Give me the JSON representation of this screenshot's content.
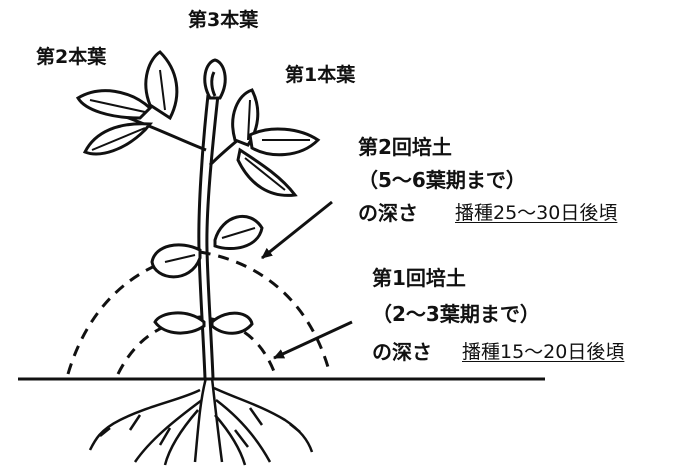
{
  "leaf_labels": {
    "leaf3": "第3本葉",
    "leaf2": "第2本葉",
    "leaf1": "第1本葉"
  },
  "hilling2": {
    "line1": "第2回培土",
    "line2": "（5～6葉期まで）",
    "line3": "の深さ",
    "timing": "播種25～30日後頃"
  },
  "hilling1": {
    "line1": "第1回培土",
    "line2": "（2～3葉期まで）",
    "line3": "の深さ",
    "timing": "播種15～20日後頃"
  }
}
